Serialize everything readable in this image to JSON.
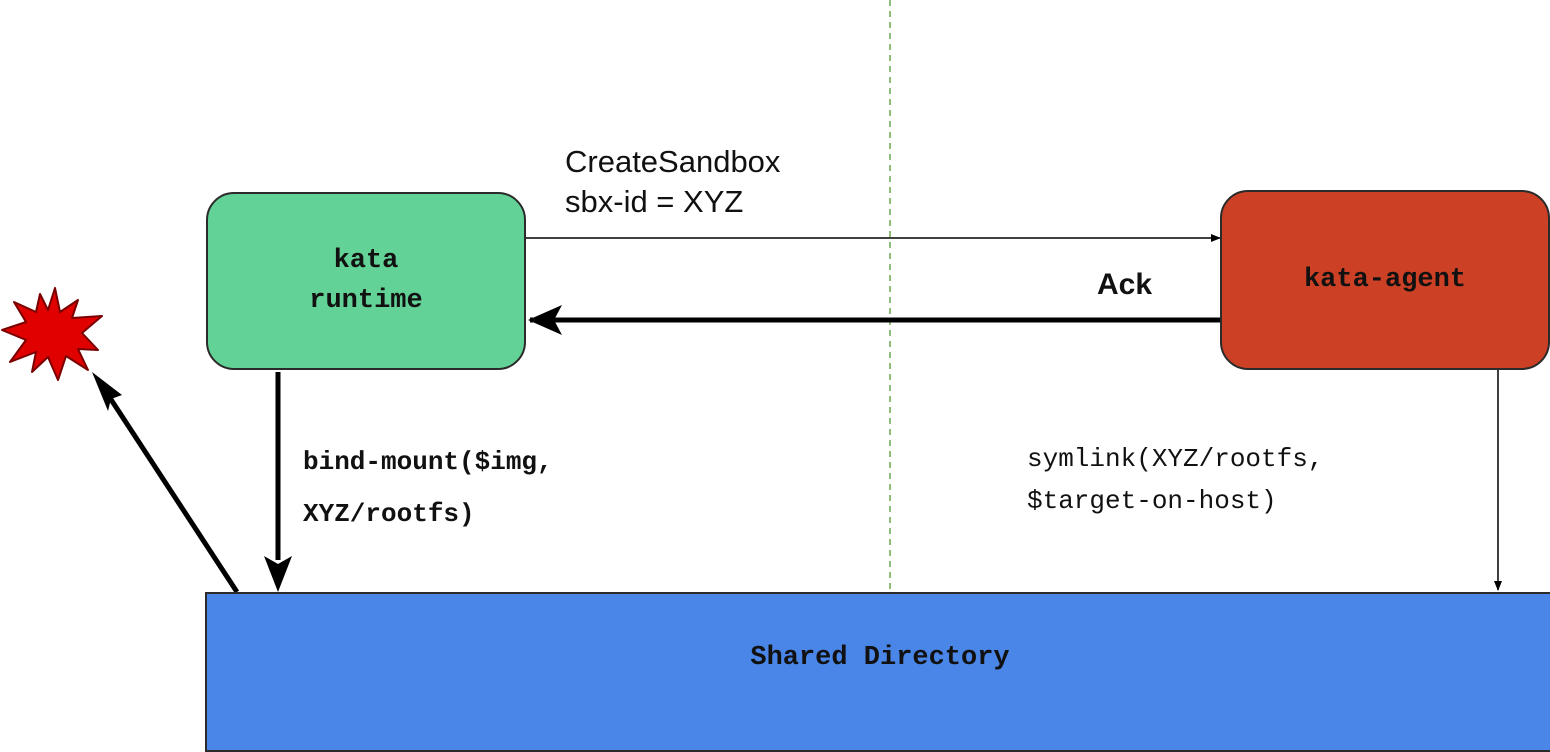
{
  "boxes": {
    "runtime": {
      "label": "kata\nruntime",
      "color": "#63d297"
    },
    "agent": {
      "label": "kata-agent",
      "color": "#cc4125"
    },
    "shared": {
      "label": "Shared Directory",
      "color": "#4a86e8"
    }
  },
  "messages": {
    "create_sandbox": "CreateSandbox\nsbx-id = XYZ",
    "ack": "Ack",
    "bind_mount": "bind-mount($img,\nXYZ/rootfs)",
    "symlink": "symlink(XYZ/rootfs,\n$target-on-host)"
  },
  "colors": {
    "divider": "#6aa84f",
    "explosion": "#cc0000",
    "arrows": "#000000"
  },
  "icons": [
    "explosion-icon"
  ]
}
